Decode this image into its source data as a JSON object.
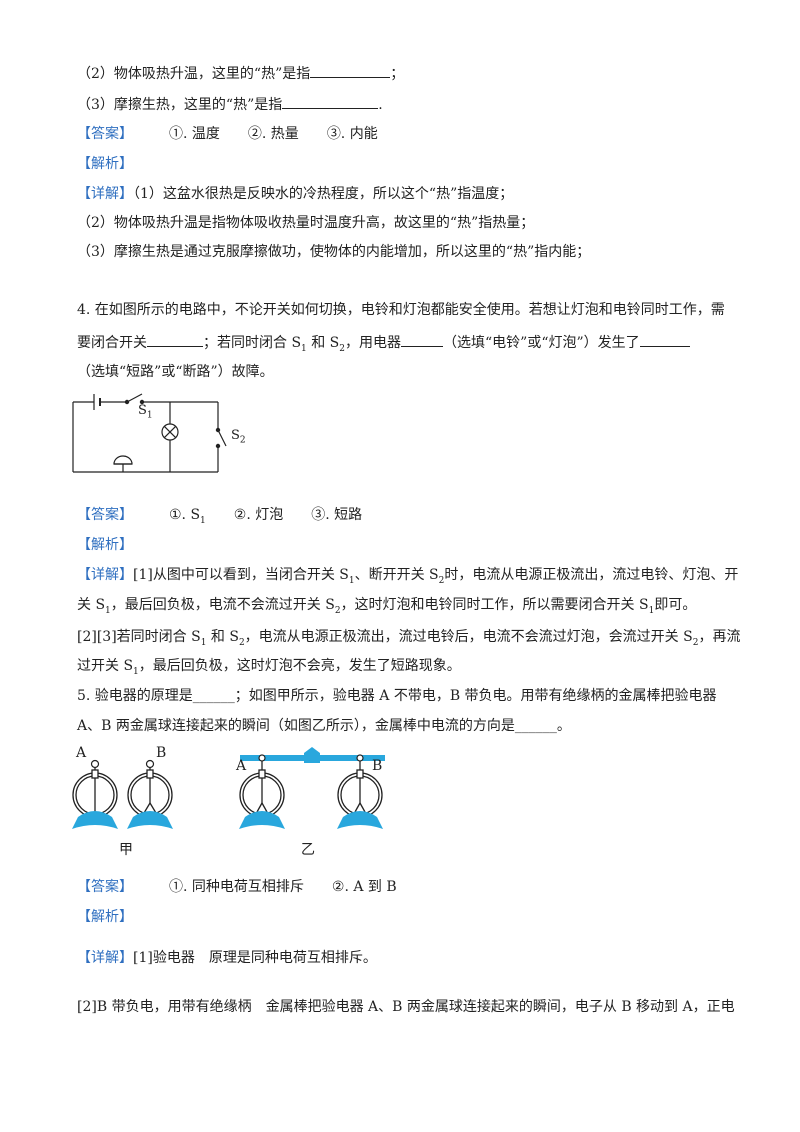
{
  "q3": {
    "line2_a": "（2）物体吸热升温，这里的“热”是指",
    "line2_b": "；",
    "line3_a": "（3）摩擦生热，这里的“热”是指",
    "line3_b": ".",
    "answer_tag": "【答案】",
    "ans1": "①. 温度",
    "ans2": "②. 热量",
    "ans3": "③. 内能",
    "analysis_tag": "【解析】",
    "detail_tag": "【详解】",
    "detail1": "（1）这盆水很热是反映水的冷热程度，所以这个“热”指温度；",
    "detail2": "（2）物体吸热升温是指物体吸收热量时温度升高，故这里的“热”指热量；",
    "detail3": "（3）摩擦生热是通过克服摩擦做功，使物体的内能增加，所以这里的“热”指内能；"
  },
  "q4": {
    "l1": "4. 在如图所示的电路中，不论开关如何切换，电铃和灯泡都能安全使用。若想让灯泡和电铃同时工作，需",
    "l2_a": "要闭合开关",
    "l2_b": "；若同时闭合 S",
    "l2_c": " 和 S",
    "l2_d": "，用电器",
    "l2_e": "（选填“电铃”或“灯泡”）发生了",
    "l3": "（选填“短路”或“断路”）故障。",
    "sub1": "1",
    "sub2": "2",
    "fig_s1": "S",
    "fig_s2": "S",
    "answer_tag": "【答案】",
    "ans1": "①. S",
    "ans2": "②. 灯泡",
    "ans3": "③. 短路",
    "analysis_tag": "【解析】",
    "detail_tag": "【详解】",
    "d1_a": "[1]从图中可以看到，当闭合开关 S",
    "d1_b": "、断开开关 S",
    "d1_c": "时，电流从电源正极流出，流过电铃、灯泡、开",
    "d2_a": "关 S",
    "d2_b": "，最后回负极，电流不会流过开关 S",
    "d2_c": "，这时灯泡和电铃同时工作，所以需要闭合开关 S",
    "d2_d": "即可。",
    "d3_a": "[2][3]若同时闭合 S",
    "d3_b": " 和 S",
    "d3_c": "，电流从电源正极流出，流过电铃后，电流不会流过灯泡，会流过开关 S",
    "d3_d": "，再流",
    "d4_a": "过开关 S",
    "d4_b": "，最后回负极，这时灯泡不会亮，发生了短路现象。"
  },
  "q5": {
    "l1": "5. 验电器的原理是______；如图甲所示，验电器 A 不带电，B 带负电。用带有绝缘柄的金属棒把验电器",
    "l2": "A、B 两金属球连接起来的瞬间（如图乙所示），金属棒中电流的方向是______。",
    "fig_a1": "A",
    "fig_b1": "B",
    "fig_a2": "A",
    "fig_b2": "B",
    "cap_jia": "甲",
    "cap_yi": "乙",
    "answer_tag": "【答案】",
    "ans1": "①. 同种电荷互相排斥",
    "ans2": "②. A 到 B",
    "analysis_tag": "【解析】",
    "detail_tag": "【详解】",
    "d1": "[1]验电器　原理是同种电荷互相排斥。",
    "d2": "[2]B 带负电，用带有绝缘柄　金属棒把验电器 A、B 两金属球连接起来的瞬间，电子从 B 移动到 A，正电"
  },
  "colors": {
    "tag": "#2f6fc0",
    "stand": "#29a7dd"
  }
}
